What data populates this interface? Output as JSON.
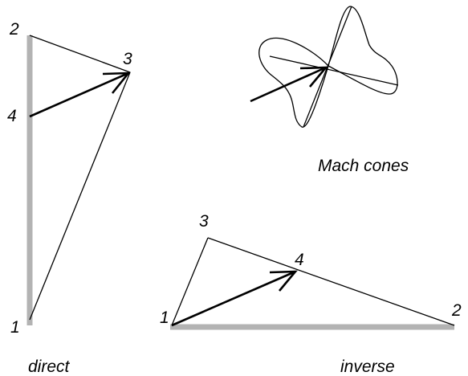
{
  "colors": {
    "wall": "#b3b3b3",
    "line": "#000000",
    "background": "#ffffff"
  },
  "direct": {
    "caption": "direct",
    "labels": {
      "p1": "1",
      "p2": "2",
      "p3": "3",
      "p4": "4"
    }
  },
  "mach": {
    "caption": "Mach cones"
  },
  "inverse": {
    "caption": "inverse",
    "labels": {
      "p1": "1",
      "p2": "2",
      "p3": "3",
      "p4": "4"
    }
  }
}
